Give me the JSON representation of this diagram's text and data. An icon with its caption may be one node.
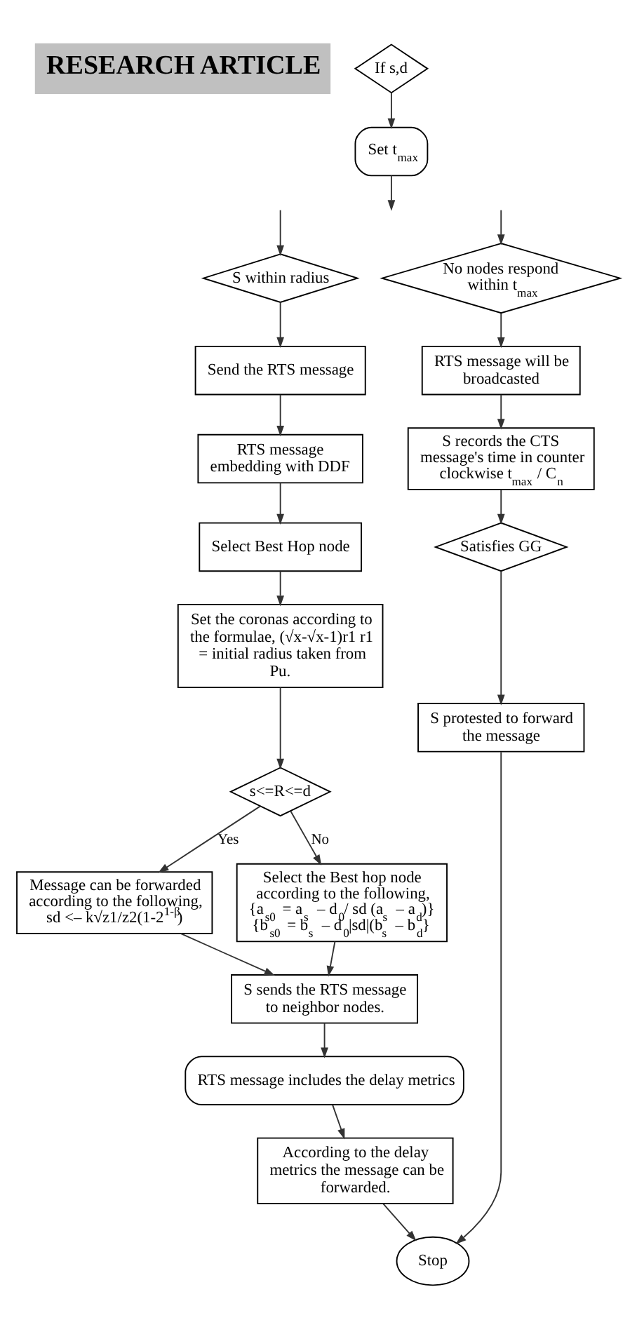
{
  "diagram": {
    "nodes": [
      {
        "text": [
          "If s,d"
        ]
      },
      {
        "text": [
          "Set t$_{max}$"
        ]
      },
      {
        "text": [
          "S within radius"
        ]
      },
      {
        "text": [
          "No nodes respond within t$_{max}$"
        ]
      },
      {
        "text": [
          "Send the RTS message"
        ]
      },
      {
        "text": [
          "RTS message will be broadcasted"
        ]
      },
      {
        "text": [
          "RTS message embedding with DDF"
        ]
      },
      {
        "text": [
          "Select Best Hop node"
        ]
      },
      {
        "text": [
          "S records the CTS message's time in counter clockwise t$_{max}$ / C$_{n}$"
        ]
      },
      {
        "text": [
          "Set the coronas according to the formulae, (√x-√x-1)r1 r1 = initial radius taken from Pu."
        ]
      },
      {
        "text": [
          "Satisfies GG"
        ]
      },
      {
        "text": [
          "S protested to forward the message"
        ]
      },
      {
        "text": [
          "s<=R<=d"
        ]
      },
      {
        "text": [
          "Message can be forwarded according to the following, sd <– k√z1/z2(1-2$^{1-β}$)"
        ]
      },
      {
        "text": [
          "Select the Best hop node according to the following, {a$_{s0}$ = a$_{s}$ – d$_{0}$/ sd (a$_{s}$ – a$_{d}$)} {b$_{s0}$ = b$_{s}$ – d$_{0}$|sd|(b$_{s}$ – b$_{d}$}"
        ]
      },
      {
        "text": [
          "S sends the RTS message to neighbor nodes."
        ]
      },
      {
        "text": [
          "RTS message includes the delay metrics"
        ]
      },
      {
        "text": [
          "According to the delay metrics the message can be forwarded."
        ]
      },
      {
        "text": [
          "Stop"
        ]
      }
    ],
    "edges": [
      {
        "from": 0,
        "to": 1,
        "arrow": "to"
      },
      {
        "from": 1,
        "to": null,
        "arrow": "to"
      },
      {
        "from": null,
        "to": 2,
        "arrow": "to"
      },
      {
        "from": null,
        "to": 3,
        "arrow": "to"
      },
      {
        "from": 2,
        "to": 4,
        "arrow": "to"
      },
      {
        "from": 4,
        "to": 6,
        "arrow": "to"
      },
      {
        "from": 6,
        "to": 7,
        "arrow": "to"
      },
      {
        "from": 7,
        "to": 9,
        "arrow": "to"
      },
      {
        "from": 9,
        "to": 12,
        "arrow": "to"
      },
      {
        "from": 12,
        "to": 13,
        "arrow": "to",
        "label": "Yes"
      },
      {
        "from": 12,
        "to": 14,
        "arrow": "to",
        "label": "No"
      },
      {
        "from": 13,
        "to": 15,
        "arrow": "to"
      },
      {
        "from": 14,
        "to": 15,
        "arrow": "to"
      },
      {
        "from": 15,
        "to": 16,
        "arrow": "to"
      },
      {
        "from": 16,
        "to": 17,
        "arrow": "to"
      },
      {
        "from": 17,
        "to": 18,
        "arrow": "to"
      },
      {
        "from": 3,
        "to": 5,
        "arrow": "to"
      },
      {
        "from": 5,
        "to": 8,
        "arrow": "to"
      },
      {
        "from": 8,
        "to": 10,
        "arrow": "to"
      },
      {
        "from": 10,
        "to": 11,
        "arrow": "to"
      },
      {
        "from": 11,
        "to": 18,
        "arrow": "to"
      }
    ],
    "labels": [
      "RESEARCH ARTICLE"
    ]
  }
}
